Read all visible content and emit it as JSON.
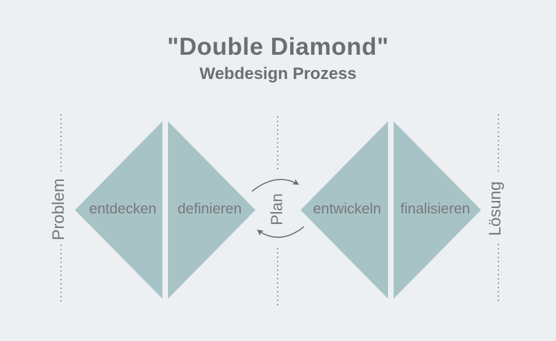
{
  "header": {
    "title": "\"Double Diamond\"",
    "subtitle": "Webdesign Prozess"
  },
  "diagram": {
    "left_axis_label": "Problem",
    "right_axis_label": "Lösung",
    "center_label": "Plan",
    "stages": [
      {
        "label": "entdecken"
      },
      {
        "label": "definieren"
      },
      {
        "label": "entwickeln"
      },
      {
        "label": "finalisieren"
      }
    ]
  },
  "colors": {
    "background": "#edf0f3",
    "diamond": "#a7c3c6",
    "title_text": "#6d6e71",
    "label_text": "#77787b",
    "dotted_line": "#85868a",
    "arrow": "#6b6c6e"
  }
}
